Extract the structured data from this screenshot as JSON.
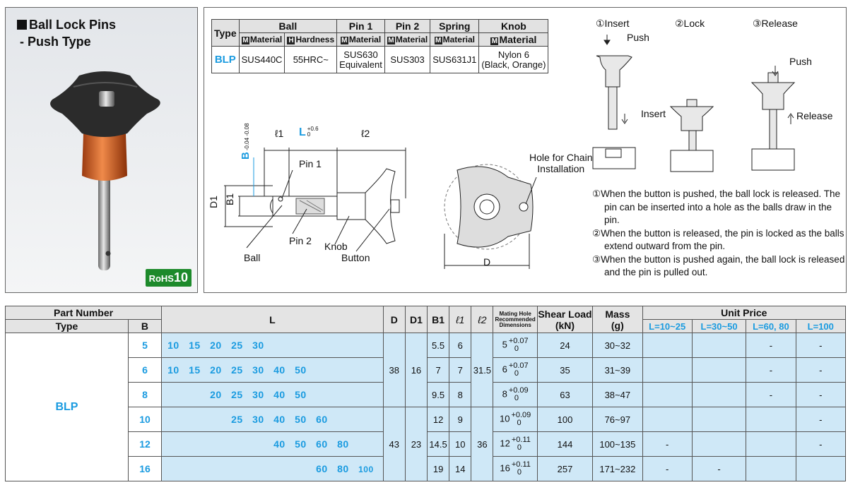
{
  "product": {
    "title_line1": "Ball Lock Pins",
    "title_line2": "- Push Type",
    "rohs_prefix": "RoHS",
    "rohs_number": "10"
  },
  "spec_table": {
    "headers": {
      "type": "Type",
      "ball": "Ball",
      "pin1": "Pin 1",
      "pin2": "Pin 2",
      "spring": "Spring",
      "knob": "Knob",
      "material": "Material",
      "hardness": "Hardness",
      "m_icon": "M",
      "h_icon": "H"
    },
    "row": {
      "type": "BLP",
      "ball_material": "SUS440C",
      "ball_hardness": "55HRC~",
      "pin1_line1": "SUS630",
      "pin1_line2": "Equivalent",
      "pin2": "SUS303",
      "spring": "SUS631J1",
      "knob_line1": "Nylon 6",
      "knob_line2": "(Black, Orange)"
    }
  },
  "drawing": {
    "l1": "ℓ1",
    "L": "L",
    "L_tol_top": "+0.6",
    "L_tol_bottom": "0",
    "l2": "ℓ2",
    "B": "B",
    "B_tol": "-0.04 -0.08",
    "D1": "D1",
    "B1": "B1",
    "pin1": "Pin 1",
    "pin2": "Pin 2",
    "ball": "Ball",
    "knob": "Knob",
    "button": "Button",
    "hole_line1": "Hole for Chain",
    "hole_line2": "Installation",
    "D": "D"
  },
  "steps": {
    "insert": "①Insert",
    "lock": "②Lock",
    "release": "③Release",
    "push1": "Push",
    "insert_arrow": "Insert",
    "push3": "Push",
    "release_arrow": "Release"
  },
  "notes": [
    "①When the button is pushed, the ball lock is released. The pin can be inserted into a hole as the balls draw in the pin.",
    "②When the button is released, the pin is locked as the balls extend outward from the pin.",
    "③When the button is pushed again, the ball lock is released and the pin is pulled out."
  ],
  "main_table": {
    "headers": {
      "part_number": "Part Number",
      "type": "Type",
      "B": "B",
      "L": "L",
      "D": "D",
      "D1": "D1",
      "B1": "B1",
      "l1": "ℓ1",
      "l2": "ℓ2",
      "mating_line1": "Mating Hole",
      "mating_line2": "Recommended",
      "mating_line3": "Dimensions",
      "shear_line1": "Shear Load",
      "shear_line2": "(kN)",
      "mass_line1": "Mass",
      "mass_line2": "(g)",
      "unit_price": "Unit Price",
      "price_cols": [
        "L=10~25",
        "L=30~50",
        "L=60, 80",
        "L=100"
      ]
    },
    "type_value": "BLP",
    "group1": {
      "D": "38",
      "D1": "16",
      "l2": "31.5"
    },
    "group2": {
      "D": "43",
      "D1": "23",
      "l2": "36"
    },
    "rows": [
      {
        "B": "5",
        "L": [
          "10",
          "15",
          "20",
          "25",
          "30",
          "",
          "",
          "",
          "",
          ""
        ],
        "B1": "5.5",
        "l1": "6",
        "mh": "5",
        "mh_top": "+0.07",
        "mh_bot": "0",
        "shear": "24",
        "mass": "30~32",
        "p": [
          "",
          "",
          "-",
          "-"
        ]
      },
      {
        "B": "6",
        "L": [
          "10",
          "15",
          "20",
          "25",
          "30",
          "40",
          "50",
          "",
          "",
          ""
        ],
        "B1": "7",
        "l1": "7",
        "mh": "6",
        "mh_top": "+0.07",
        "mh_bot": "0",
        "shear": "35",
        "mass": "31~39",
        "p": [
          "",
          "",
          "-",
          "-"
        ]
      },
      {
        "B": "8",
        "L": [
          "",
          "",
          "20",
          "25",
          "30",
          "40",
          "50",
          "",
          "",
          ""
        ],
        "B1": "9.5",
        "l1": "8",
        "mh": "8",
        "mh_top": "+0.09",
        "mh_bot": "0",
        "shear": "63",
        "mass": "38~47",
        "p": [
          "",
          "",
          "-",
          "-"
        ]
      },
      {
        "B": "10",
        "L": [
          "",
          "",
          "",
          "25",
          "30",
          "40",
          "50",
          "60",
          "",
          ""
        ],
        "B1": "12",
        "l1": "9",
        "mh": "10",
        "mh_top": "+0.09",
        "mh_bot": "0",
        "shear": "100",
        "mass": "76~97",
        "p": [
          "",
          "",
          "",
          "-"
        ]
      },
      {
        "B": "12",
        "L": [
          "",
          "",
          "",
          "",
          "",
          "40",
          "50",
          "60",
          "80",
          ""
        ],
        "B1": "14.5",
        "l1": "10",
        "mh": "12",
        "mh_top": "+0.11",
        "mh_bot": "0",
        "shear": "144",
        "mass": "100~135",
        "p": [
          "-",
          "",
          "",
          "-"
        ]
      },
      {
        "B": "16",
        "L": [
          "",
          "",
          "",
          "",
          "",
          "",
          "",
          "60",
          "80",
          "100"
        ],
        "B1": "19",
        "l1": "14",
        "mh": "16",
        "mh_top": "+0.11",
        "mh_bot": "0",
        "shear": "257",
        "mass": "171~232",
        "p": [
          "-",
          "-",
          "",
          ""
        ]
      }
    ]
  }
}
